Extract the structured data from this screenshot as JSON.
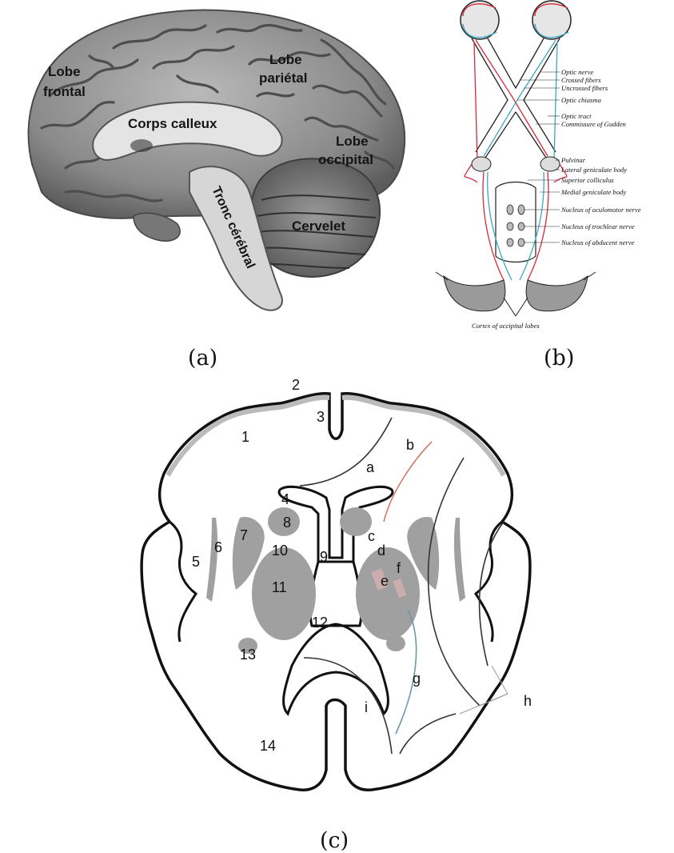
{
  "captions": {
    "a": "(a)",
    "b": "(b)",
    "c": "(c)"
  },
  "panel_a": {
    "labels": {
      "lobe_frontal_1": "Lobe",
      "lobe_frontal_2": "frontal",
      "lobe_parietal_1": "Lobe",
      "lobe_parietal_2": "pariétal",
      "corps_calleux": "Corps calleux",
      "lobe_occipital_1": "Lobe",
      "lobe_occipital_2": "occipital",
      "cervelet": "Cervelet",
      "tronc_cerebral": "Tronc cérébral"
    }
  },
  "panel_b": {
    "labels": {
      "optic_nerve": "Optic nerve",
      "crossed_fibers": "Crossed fibers",
      "uncrossed_fibers": "Uncrossed fibers",
      "optic_chiasma": "Optic chiasma",
      "optic_tract": "Optic tract",
      "commissure_gudden": "Commissure of Gudden",
      "pulvinar": "Pulvinar",
      "lateral_geniculate": "Lateral geniculate body",
      "superior_colliculus": "Superior colliculus",
      "medial_geniculate": "Medial geniculate body",
      "nucleus_oculomotor": "Nucleus of oculomotor nerve",
      "nucleus_trochlear": "Nucleus of trochlear nerve",
      "nucleus_abducent": "Nucleus of abducent nerve",
      "cortex_occipital": "Cortex of occipital lobes"
    },
    "colors": {
      "red_pathway": "#d8283a",
      "blue_pathway": "#3fa6c8"
    }
  },
  "panel_c": {
    "numbers": [
      "1",
      "2",
      "3",
      "4",
      "5",
      "6",
      "7",
      "8",
      "9",
      "10",
      "11",
      "12",
      "13",
      "14"
    ],
    "letters": [
      "a",
      "b",
      "c",
      "d",
      "e",
      "f",
      "g",
      "h",
      "i"
    ],
    "colors": {
      "fill_gray": "#a0a0a0",
      "outline": "#111111",
      "red_fiber": "#d07a6a"
    }
  }
}
